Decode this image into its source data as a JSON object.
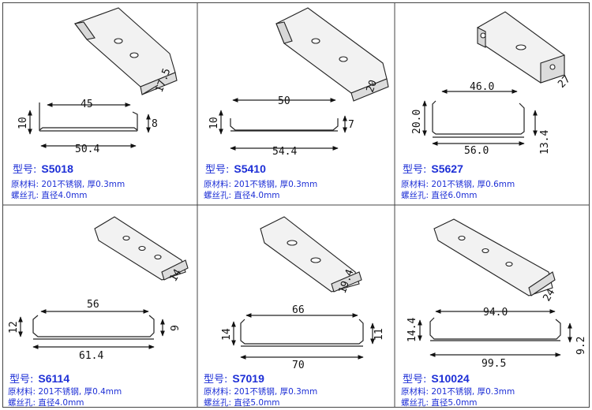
{
  "model_prefix": "型号:",
  "products": [
    {
      "model": "S5018",
      "material_line": "原材料: 201不锈钢, 厚0.3mm",
      "hole_line": "螺丝孔: 直径4.0mm",
      "dims": {
        "top_width": "45",
        "bottom_width": "50.4",
        "left_height": "10",
        "right_height": "8",
        "iso_depth": "17.5"
      }
    },
    {
      "model": "S5410",
      "material_line": "原材料: 201不锈钢, 厚0.3mm",
      "hole_line": "螺丝孔: 直径4.0mm",
      "dims": {
        "top_width": "50",
        "bottom_width": "54.4",
        "left_height": "10",
        "right_height": "7",
        "iso_depth": "20"
      }
    },
    {
      "model": "S5627",
      "material_line": "原材料: 201不锈钢, 厚0.6mm",
      "hole_line": "螺丝孔: 直径6.0mm",
      "dims": {
        "top_width": "46.0",
        "bottom_width": "56.0",
        "left_height": "20.0",
        "right_height": "13.4",
        "iso_depth": "27"
      }
    },
    {
      "model": "S6114",
      "material_line": "原材料: 201不锈钢, 厚0.4mm",
      "hole_line": "螺丝孔: 直径4.0mm",
      "dims": {
        "top_width": "56",
        "bottom_width": "61.4",
        "left_height": "12",
        "right_height": "9",
        "iso_depth": "14"
      }
    },
    {
      "model": "S7019",
      "material_line": "原材料: 201不锈钢, 厚0.3mm",
      "hole_line": "螺丝孔: 直径5.0mm",
      "dims": {
        "top_width": "66",
        "bottom_width": "70",
        "left_height": "14",
        "right_height": "11",
        "iso_depth": "19.4"
      }
    },
    {
      "model": "S10024",
      "material_line": "原材料: 201不锈钢, 厚0.3mm",
      "hole_line": "螺丝孔: 直径5.0mm",
      "dims": {
        "top_width": "94.0",
        "bottom_width": "99.5",
        "left_height": "14.4",
        "right_height": "9.2",
        "iso_depth": "24"
      }
    }
  ]
}
